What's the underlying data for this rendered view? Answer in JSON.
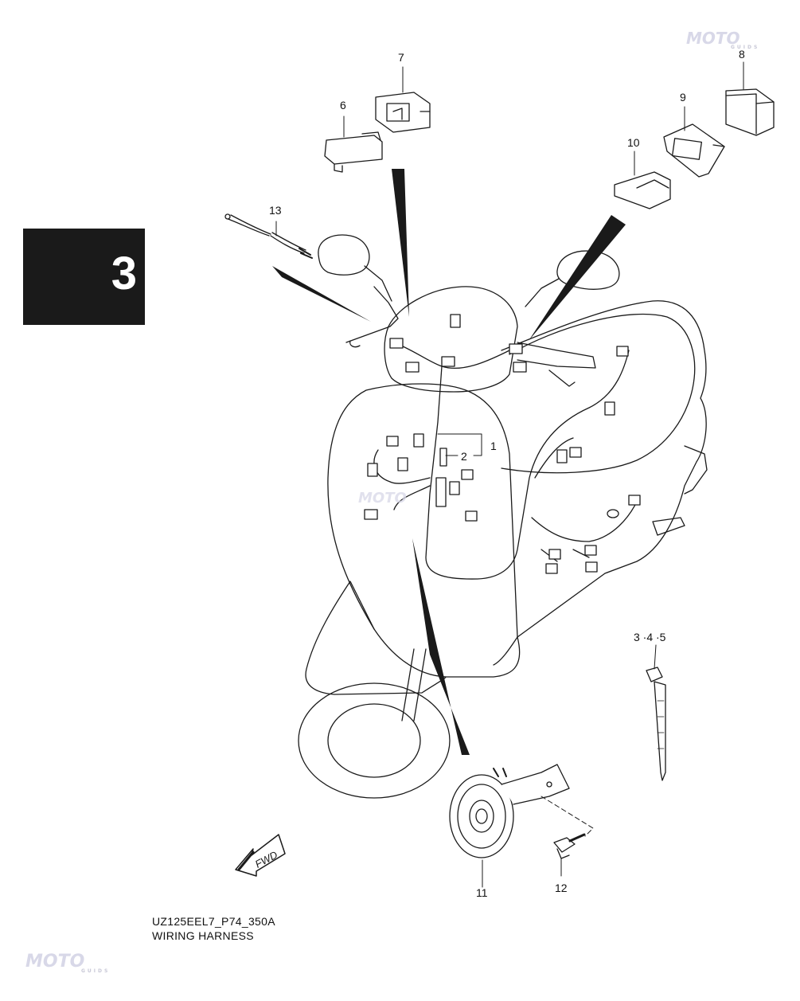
{
  "section": {
    "number": "3"
  },
  "callouts": {
    "c1": "1",
    "c2": "2",
    "c345": "3 ·4 ·5",
    "c6": "6",
    "c7": "7",
    "c8": "8",
    "c9": "9",
    "c10": "10",
    "c11": "11",
    "c12": "12",
    "c13": "13"
  },
  "arrow_label": "FWD",
  "caption": {
    "code": "UZ125EEL7_P74_350A",
    "title": "WIRING HARNESS"
  },
  "watermark": {
    "text": "MOTO",
    "sub": "GUIDS"
  },
  "colors": {
    "ink": "#1a1a1a",
    "tab": "#1a1a1a",
    "paper": "#ffffff",
    "watermark_red": "#e2a3a8",
    "watermark_grey": "#d8d8e8"
  }
}
